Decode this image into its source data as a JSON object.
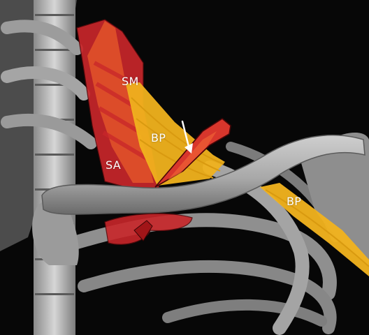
{
  "figure": {
    "labels": {
      "sm": "SM",
      "bp_upper": "BP",
      "sa": "SA",
      "bp_lower": "BP"
    },
    "colors": {
      "background": "#070707",
      "bone_light": "#d2d2d2",
      "bone_mid": "#a9a9a9",
      "bone_dark": "#6e6e6e",
      "muscle_red": "#c8262a",
      "muscle_orange": "#e0522a",
      "nerve_yellow": "#f0b21e",
      "arrow": "#ffffff"
    },
    "icons": {
      "arrow": "down-arrow-icon"
    }
  }
}
